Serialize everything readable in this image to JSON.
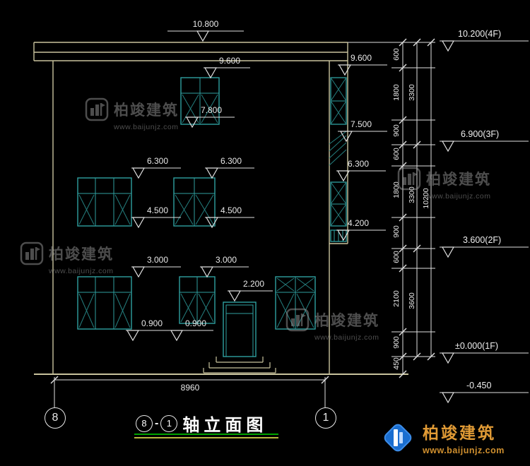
{
  "levels": {
    "m10800": "10.800",
    "m9600c": "9.600",
    "m9600r": "9.600",
    "m7800": "7.800",
    "m7500": "7.500",
    "m6300l": "6.300",
    "m6300c": "6.300",
    "m6300r": "6.300",
    "m4500l": "4.500",
    "m4500c": "4.500",
    "m4200": "4.200",
    "m3000l": "3.000",
    "m3000c": "3.000",
    "m2200": "2.200",
    "m0900a": "0.900",
    "m0900b": "0.900"
  },
  "floors": {
    "f4": "10.200(4F)",
    "f3": "6.900(3F)",
    "f2": "3.600(2F)",
    "f1": "±0.000(1F)",
    "ground": "-0.450"
  },
  "ladder": {
    "col1": [
      "600",
      "1800",
      "900",
      "600",
      "1800",
      "900",
      "600",
      "2100",
      "900",
      "450"
    ],
    "col2": [
      "3300",
      "3300",
      "3600"
    ],
    "col3": [
      "10200"
    ]
  },
  "bottom": {
    "width_dim": "8960",
    "axis_left": "8",
    "axis_right": "1"
  },
  "title": {
    "axis_a": "8",
    "sep": "-",
    "axis_b": "1",
    "name": "轴立面图"
  },
  "brand": {
    "name": "柏竣建筑",
    "url": "www.baijunjz.com"
  },
  "colors": {
    "background": "#000000",
    "line_white": "#e0e0e0",
    "wall_khaki": "#c9c39d",
    "window_teal": "#2fa0a0",
    "underline_green": "#00a400",
    "underline_yellow": "#b9b83e",
    "logo_gold": "#e09a35",
    "logo_blue": "#1a6ed0"
  }
}
